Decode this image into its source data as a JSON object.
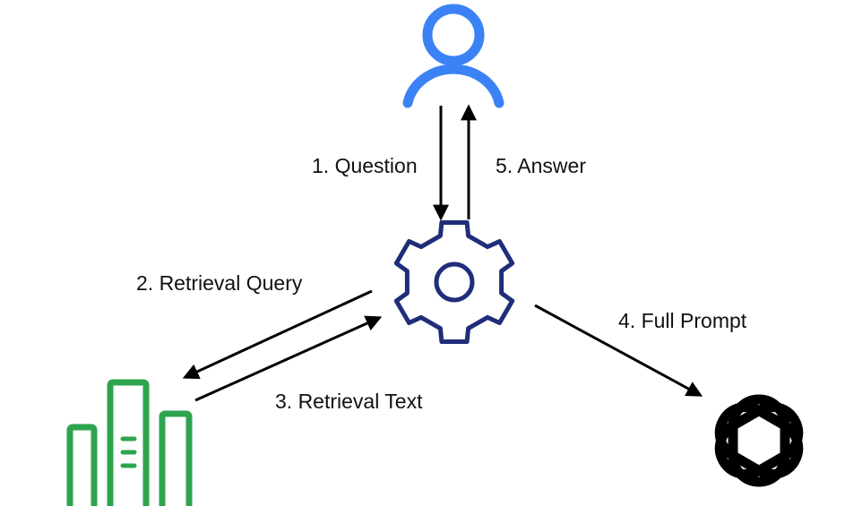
{
  "nodes": {
    "user": {
      "icon": "user-icon",
      "color": "#3b82f6"
    },
    "orchestrator": {
      "icon": "gear-icon",
      "color": "#1f2d7a"
    },
    "vector_db": {
      "icon": "database-bars-icon",
      "color": "#2ea44f"
    },
    "llm": {
      "icon": "openai-logo-icon",
      "color": "#000000"
    }
  },
  "edges": {
    "question": "1. Question",
    "retrieval_query": "2. Retrieval Query",
    "retrieval_text": "3. Retrieval Text",
    "full_prompt": "4. Full Prompt",
    "answer": "5. Answer"
  },
  "colors": {
    "arrow": "#000000",
    "text": "#111111"
  }
}
